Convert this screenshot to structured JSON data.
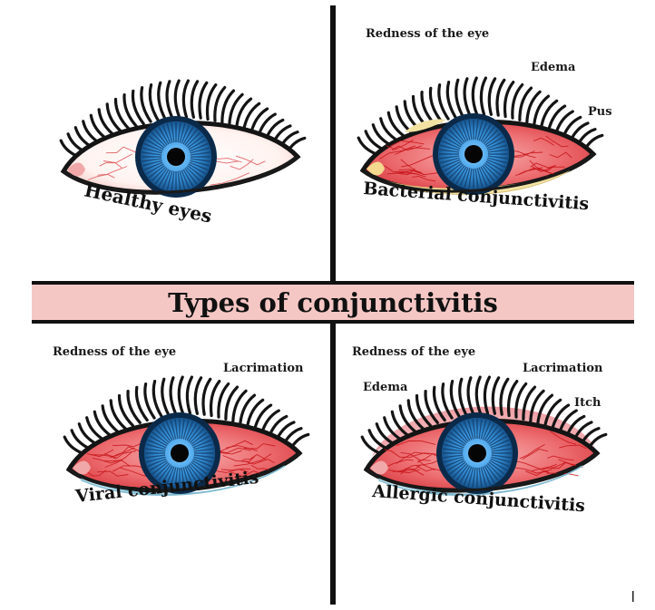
{
  "title": "Types of conjunctivitis",
  "panels": [
    {
      "label": "Healthy eyes",
      "symptoms": []
    },
    {
      "label": "Bacterial conjunctivitis",
      "symptoms": [
        "Redness of the eye",
        "Edema",
        "Pus"
      ]
    },
    {
      "label": "Viral conjunctivitis",
      "symptoms": [
        "Redness of the eye",
        "Lacrimation"
      ]
    },
    {
      "label": "Allergic conjunctivitis",
      "symptoms": [
        "Redness of the eye",
        "Lacrimation",
        "Edema",
        "Itch"
      ]
    }
  ],
  "colors": {
    "banner": "#f5c7c4",
    "divider": "#111111",
    "iris": "#4aa3e8",
    "iris_dark": "#0b2a4a",
    "inflamed_sclera": "#ec5f63",
    "vessel": "#d21f24",
    "pus": "#f2e2a2",
    "tear": "#bfe3ef",
    "puffy_lid": "#f0a4a8"
  }
}
